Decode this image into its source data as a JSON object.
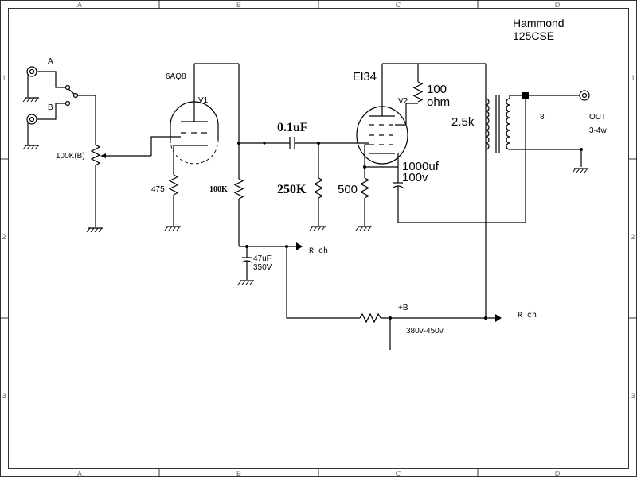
{
  "title": {
    "line1": "Hammond",
    "line2": "125CSE"
  },
  "border": {
    "columns": [
      "A",
      "B",
      "C",
      "D"
    ],
    "rows": [
      "1",
      "2",
      "3"
    ]
  },
  "inputs": {
    "a": "A",
    "b": "B"
  },
  "volume_pot": "100K(B)",
  "v1": {
    "type": "6AQ8",
    "ref": "V1",
    "cathode_resistor": "475",
    "plate_resistor": "100K"
  },
  "coupling_cap": "0.1uF",
  "grid_resistor": "250K",
  "v2": {
    "type": "El34",
    "ref": "V2",
    "cathode_resistor": "500",
    "cathode_cap_line1": "1000uf",
    "cathode_cap_line2": "100v",
    "screen_resistor_line1": "100",
    "screen_resistor_line2": "ohm"
  },
  "transformer": {
    "primary": "2.5k",
    "secondary": "8"
  },
  "output": {
    "label": "OUT",
    "power": "3-4w"
  },
  "filter_cap": {
    "line1": "47uF",
    "line2": "350V"
  },
  "supply": {
    "label": "+B",
    "voltage": "380v-450v"
  },
  "r_ch_1": "R ch",
  "r_ch_2": "R ch"
}
